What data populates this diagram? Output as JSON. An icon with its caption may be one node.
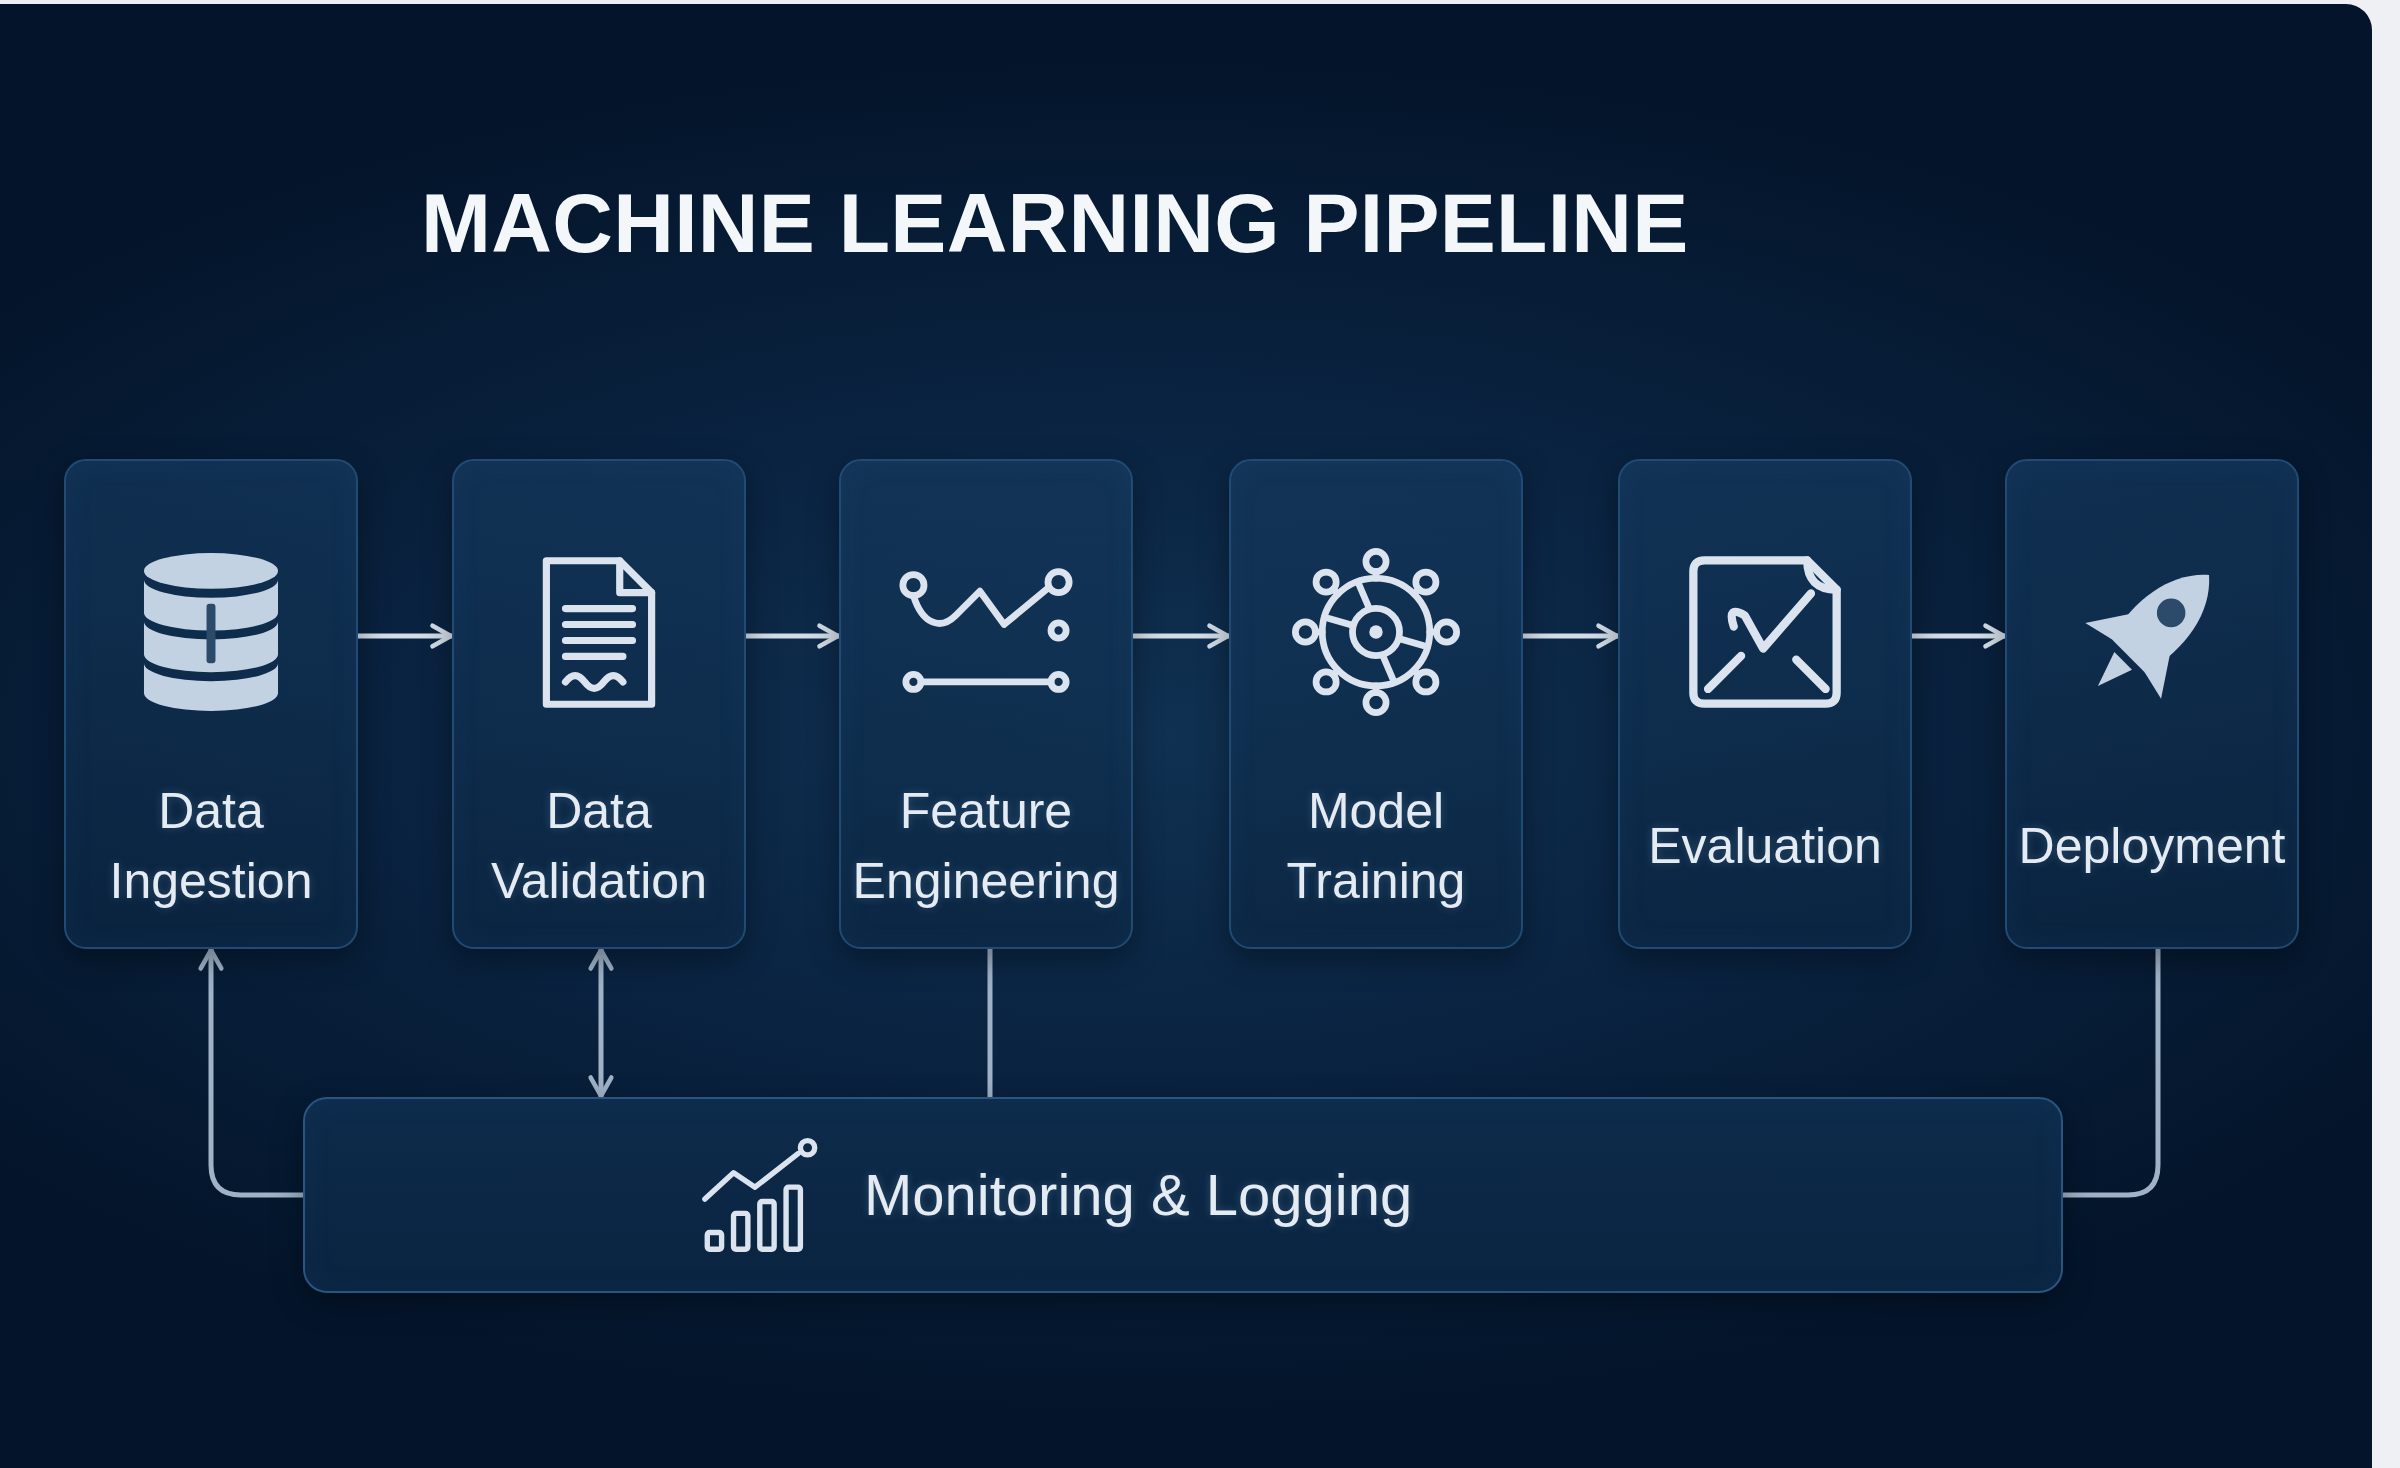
{
  "diagram": {
    "title": "MACHINE LEARNING PIPELINE",
    "nodes": [
      {
        "text": [
          "Data Ingestion"
        ]
      },
      {
        "text": [
          "Data Validation"
        ]
      },
      {
        "text": [
          "Feature Engineering"
        ]
      },
      {
        "text": [
          "Model Training"
        ]
      },
      {
        "text": [
          "Evaluation"
        ]
      },
      {
        "text": [
          "Deployment"
        ]
      },
      {
        "text": [
          "Monitoring & Logging"
        ]
      }
    ],
    "edges": [
      {
        "from": 0,
        "to": 1,
        "arrow": "to"
      },
      {
        "from": 1,
        "to": 2,
        "arrow": "to"
      },
      {
        "from": 2,
        "to": 3,
        "arrow": "to"
      },
      {
        "from": 3,
        "to": 4,
        "arrow": "to"
      },
      {
        "from": 4,
        "to": 5,
        "arrow": "to"
      },
      {
        "from": 6,
        "to": 0,
        "arrow": "to",
        "color": "#9fb2c6"
      },
      {
        "from": 1,
        "to": 6,
        "arrow": "both",
        "color": "#9fb2c6"
      },
      {
        "from": 2,
        "to": 6,
        "arrow": "none",
        "color": "#9fb2c6"
      },
      {
        "from": 5,
        "to": 6,
        "arrow": "none",
        "color": "#9fb2c6"
      }
    ]
  }
}
